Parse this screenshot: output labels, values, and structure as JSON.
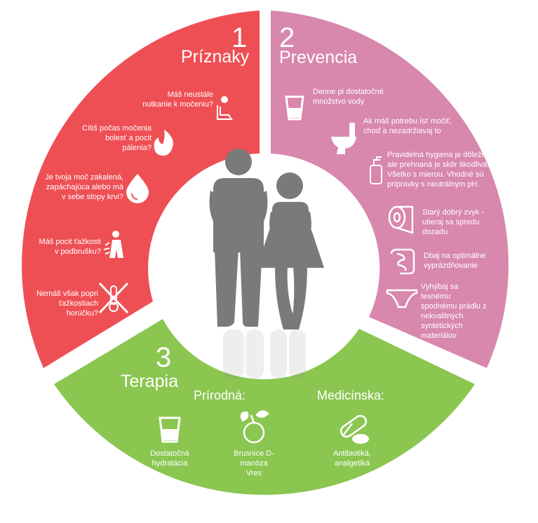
{
  "sections": {
    "priznaky": {
      "number": "1",
      "title": "Príznaky",
      "items": [
        "Máš neustále nutkanie k močeniu?",
        "Cítiš počas močenia bolesť a pocit pálenia?",
        "Je tvoja moč zakalená, zapáchajúca alebo má v sebe stopy krvi?",
        "Máš pocit ťažkosti v podbrušku?",
        "Nemáš však popri ťažkostiach horúčku?"
      ]
    },
    "prevencia": {
      "number": "2",
      "title": "Prevencia",
      "items": [
        "Denne pi dostatočné množstvo vody",
        "Ak máš potrebu ísť močiť, choď a nezadržiavaj to",
        "Pravidelná hygiena je dôležitá, ale prehnaná je skôr škodlivá. Všetko s mierou. Vhodné sú prípravky s neutrálnym pH.",
        "Starý dobrý zvyk - utieraj sa spredu dozadu",
        "Dbaj na optimálne vyprázdňovanie",
        "Vyhýbaj sa tesnému spodnému prádlu z nekvalitných syntetických materiálov"
      ]
    },
    "terapia": {
      "number": "3",
      "title": "Terapia",
      "natural_label": "Prírodná:",
      "medical_label": "Medicínska:",
      "natural_items": [
        "Dostatočná hydratácia",
        "Brusnice D-manóza Vres"
      ],
      "medical_items": [
        "Antibiotiká, analgetiká"
      ]
    }
  },
  "colors": {
    "priznaky": "#ee4f54",
    "prevencia": "#d887ad",
    "terapia": "#8ac650",
    "figures": "#7a7a7a",
    "text": "#ffffff"
  },
  "icons": [
    "toilet-person-icon",
    "fire-icon",
    "drop-icon",
    "stomach-ache-icon",
    "crossed-thermometer-icon",
    "glass-icon",
    "toilet-icon",
    "soap-bottle-icon",
    "toilet-paper-icon",
    "intestine-icon",
    "underwear-icon",
    "hydration-glass-icon",
    "cranberry-icon",
    "pill-capsule-icon"
  ]
}
